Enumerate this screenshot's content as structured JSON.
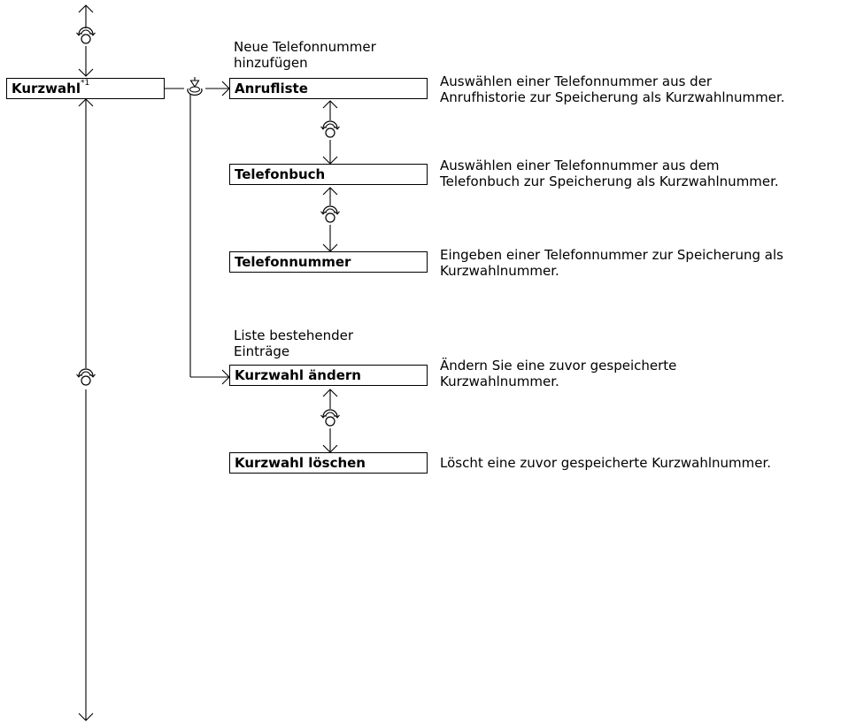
{
  "root": {
    "label": "Kurzwahl",
    "footnote": "*1"
  },
  "groups": [
    {
      "heading_line1": "Neue Telefonnummer",
      "heading_line2": "hinzufügen"
    },
    {
      "heading_line1": "Liste bestehender",
      "heading_line2": "Einträge"
    }
  ],
  "items": [
    {
      "label": "Anrufliste",
      "desc_line1": "Auswählen einer Telefonnummer aus der",
      "desc_line2": "Anrufhistorie zur Speicherung als Kurzwahlnummer."
    },
    {
      "label": "Telefonbuch",
      "desc_line1": "Auswählen einer Telefonnummer aus dem",
      "desc_line2": "Telefonbuch zur Speicherung als Kurzwahlnummer."
    },
    {
      "label": "Telefonnummer",
      "desc_line1": "Eingeben einer Telefonnummer zur Speicherung als",
      "desc_line2": "Kurzwahlnummer."
    },
    {
      "label": "Kurzwahl ändern",
      "desc_line1": "Ändern Sie eine zuvor gespeicherte",
      "desc_line2": "Kurzwahlnummer."
    },
    {
      "label": "Kurzwahl löschen",
      "desc_line1": "Löscht eine zuvor gespeicherte Kurzwahlnummer.",
      "desc_line2": ""
    }
  ],
  "icons": {
    "rotate": "rotate-knob-icon",
    "press": "press-knob-icon"
  }
}
